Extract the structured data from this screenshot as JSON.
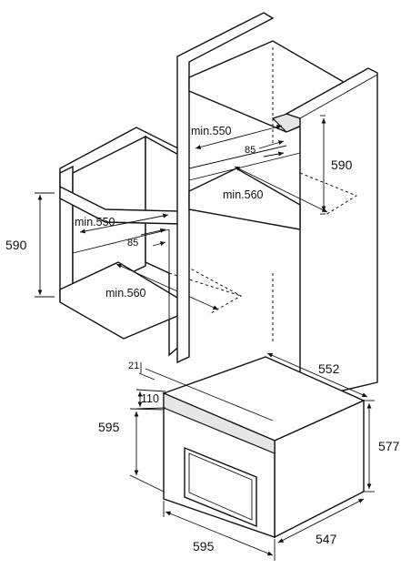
{
  "dimensions": {
    "undercounter": {
      "min_width": "min.550",
      "depth_gap": "85",
      "min_depth": "min.560",
      "height": "590"
    },
    "tall_unit": {
      "min_width": "min.550",
      "depth_gap": "85",
      "min_depth": "min.560",
      "height": "590"
    },
    "oven": {
      "top_offset": "21",
      "control_height": "110",
      "front_height": "595",
      "front_width": "595",
      "body_width": "552",
      "body_height": "577",
      "body_depth": "547"
    }
  }
}
